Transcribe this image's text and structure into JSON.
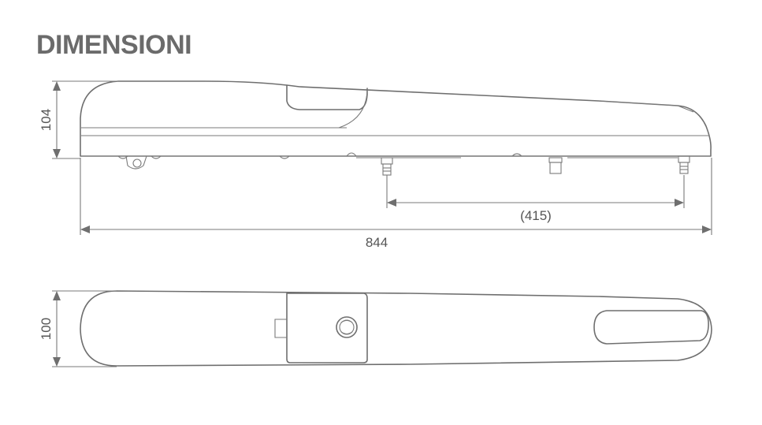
{
  "title": "DIMENSIONI",
  "dimensions": {
    "side_height": "104",
    "spacing": "(415)",
    "total_length": "844",
    "top_width": "100"
  },
  "colors": {
    "title": "#6b6b6b",
    "lines": "#6f6f6f",
    "text": "#555555"
  }
}
